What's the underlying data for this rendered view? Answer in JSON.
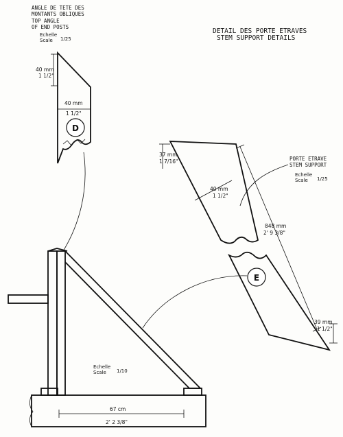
{
  "header": {
    "top_angle_fr_1": "ANGLE DE TETE DES",
    "top_angle_fr_2": "MONTANTS OBLIQUES",
    "top_angle_en_1": "TOP ANGLE",
    "top_angle_en_2": "OF END POSTS",
    "scale_word_fr": "Echelle",
    "scale_word_en": "Scale",
    "scale_value_1": "1/25",
    "title_fr": "DETAIL DES PORTE ETRAVES",
    "title_en": "STEM SUPPORT DETAILS"
  },
  "detail_d": {
    "height_mm": "40 mm",
    "height_in": "1 1/2\"",
    "width_mm": "40 mm",
    "width_in": "1 1/2\"",
    "label": "D"
  },
  "detail_e": {
    "label_fr": "PORTE ETRAVE",
    "label_en": "STEM SUPPORT",
    "scale_word_fr": "Echelle",
    "scale_word_en": "Scale",
    "scale_value": "1/25",
    "top_mm": "37 mm",
    "top_in": "1 7/16\"",
    "width_mm": "40 mm",
    "width_in": "1 1/2\"",
    "length_mm": "848 mm",
    "length_in": "2' 9 3/8\"",
    "bottom_mm": "39 mm",
    "bottom_in": "1 1/2\"",
    "label": "E"
  },
  "main_view": {
    "scale_word_fr": "Echelle",
    "scale_word_en": "Scale",
    "scale_value": "1/10",
    "base_cm": "67 cm",
    "base_in": "2' 2 3/8\""
  }
}
